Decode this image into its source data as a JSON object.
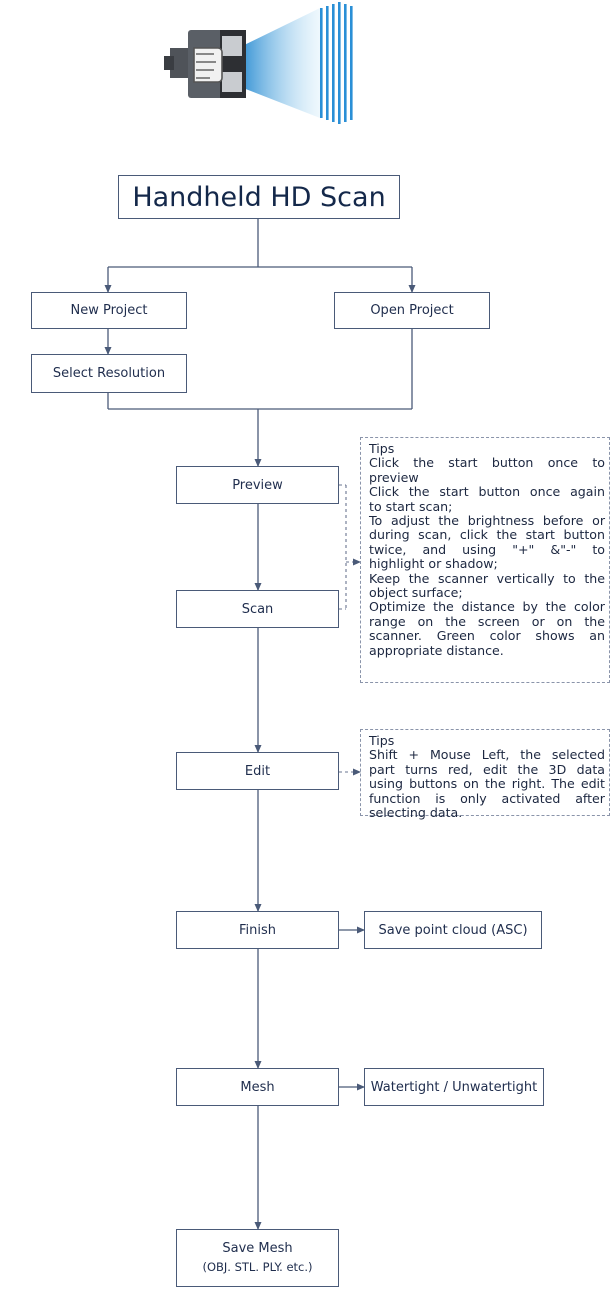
{
  "title": "Handheld HD Scan",
  "nodes": {
    "new_project": "New Project",
    "open_project": "Open Project",
    "select_resolution": "Select Resolution",
    "preview": "Preview",
    "scan": "Scan",
    "edit": "Edit",
    "finish": "Finish",
    "save_point_cloud": "Save point cloud (ASC)",
    "mesh": "Mesh",
    "watertight": "Watertight / Unwatertight",
    "save_mesh": "Save Mesh",
    "save_mesh_formats": "(OBJ. STL. PLY. etc.)"
  },
  "tips_scan": {
    "heading": "Tips",
    "lines": [
      "Click the start button once to",
      "preview",
      "Click the start button once again",
      "to start scan;",
      "To adjust the brightness before or",
      "during scan, click the start button",
      "twice, and using \"+\" &\"-\" to",
      "highlight or shadow;",
      "Keep the scanner vertically to the",
      "object surface;",
      "Optimize the distance by the color",
      "range on the screen or on the",
      "scanner. Green color shows an",
      "appropriate distance."
    ]
  },
  "tips_edit": {
    "heading": "Tips",
    "lines": [
      "Shift + Mouse Left, the selected",
      "part turns red, edit the 3D data",
      "using buttons on the right. The edit",
      "function is only activated after",
      "selecting data."
    ]
  },
  "colors": {
    "line": "#4a5a78",
    "scanner_body": "#5a5f66",
    "light_beam": "#4aa8e0"
  },
  "icons": [
    "handheld-scanner-icon"
  ]
}
